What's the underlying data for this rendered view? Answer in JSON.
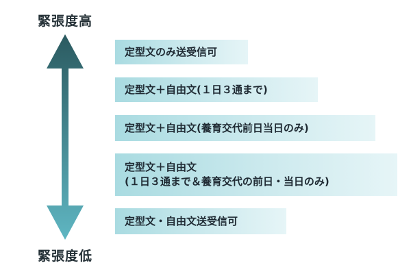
{
  "scale": {
    "high_label": "緊張度高",
    "low_label": "緊張度低"
  },
  "levels": [
    {
      "lines": [
        "定型文のみ送受信可"
      ]
    },
    {
      "lines": [
        "定型文＋自由文(１日３通まで)"
      ]
    },
    {
      "lines": [
        "定型文＋自由文(養育交代前日当日のみ)"
      ]
    },
    {
      "lines": [
        "定型文＋自由文",
        "(１日３通まで＆養育交代の前日・当日のみ)"
      ]
    },
    {
      "lines": [
        "定型文・自由文送受信可"
      ]
    }
  ],
  "colors": {
    "arrow_top": "#2b5a60",
    "arrow_bottom": "#5fb6c2",
    "box_start": "#a9dbe1",
    "box_end": "#e6f5f7",
    "label_text": "#263238"
  }
}
